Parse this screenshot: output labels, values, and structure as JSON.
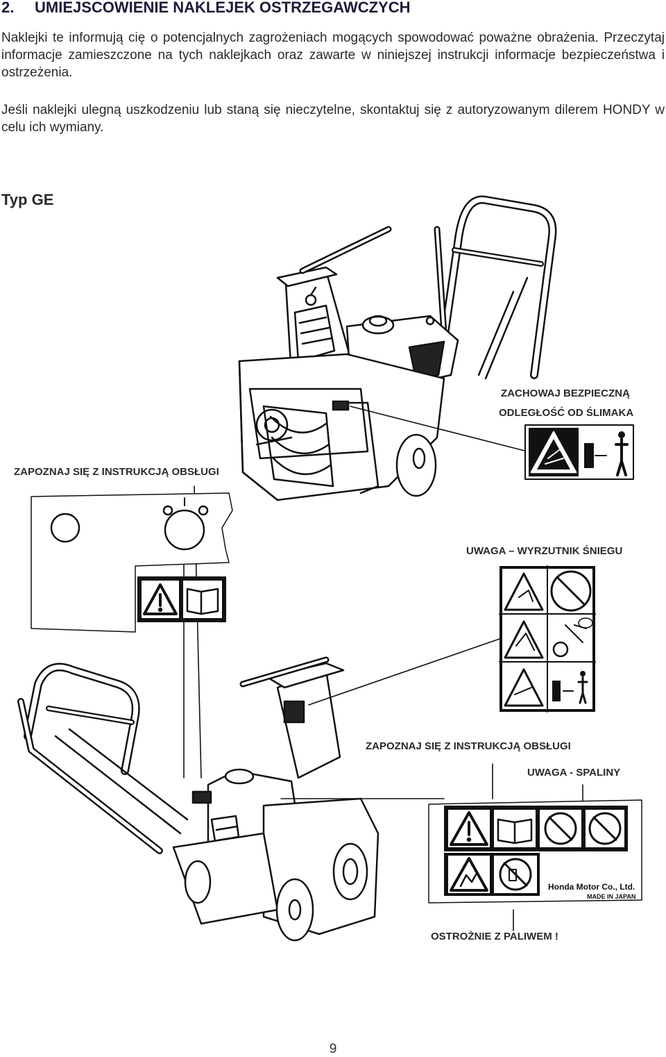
{
  "section": {
    "number": "2.",
    "title": "UMIEJSCOWIENIE NAKLEJEK OSTRZEGAWCZYCH"
  },
  "paragraphs": [
    "Naklejki te informują cię o potencjalnych zagrożeniach mogących spowodować poważne obrażenia. Przeczytaj informacje zamieszczone na tych naklejkach oraz zawarte w niniejszej instrukcji informacje bezpieczeństwa i ostrzeżenia.",
    "Jeśli naklejki ulegną uszkodzeniu lub staną się nieczytelne, skontaktuj się z autoryzowanym dilerem HONDY w celu ich wymiany."
  ],
  "subheading": "Typ GE",
  "labels": {
    "auger_line1": "ZACHOWAJ BEZPIECZNĄ",
    "auger_line2": "ODLEGŁOŚĆ OD ŚLIMAKA",
    "read_manual_left": "ZAPOZNAJ SIĘ Z INSTRUKCJĄ OBSŁUGI",
    "chute": "UWAGA – WYRZUTNIK ŚNIEGU",
    "read_manual_right": "ZAPOZNAJ SIĘ Z INSTRUKCJĄ OBSŁUGI",
    "exhaust": "UWAGA - SPALINY",
    "fuel": "OSTROŻNIE Z PALIWEM !"
  },
  "decal_text": {
    "maker": "Honda Motor Co., Ltd.",
    "origin": "MADE IN JAPAN"
  },
  "page_number": "9"
}
